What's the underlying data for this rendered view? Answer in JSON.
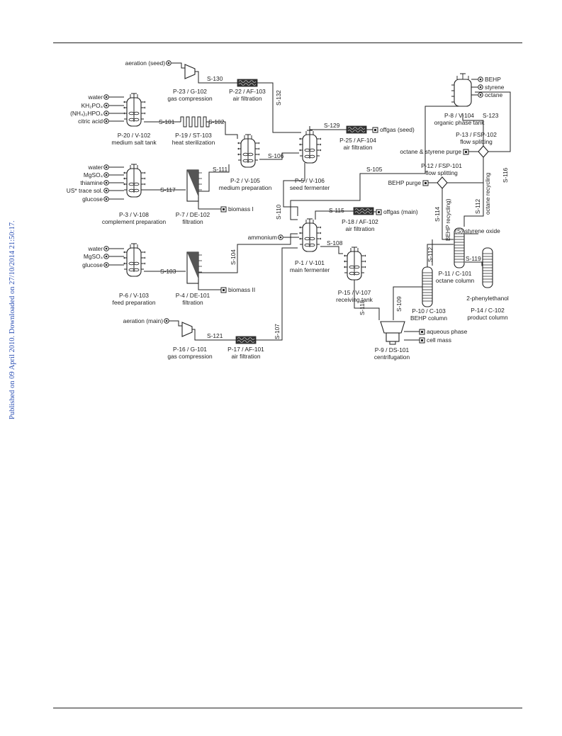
{
  "side_note": "Published on 09 April 2010. Downloaded on 27/10/2014 21:50:17.",
  "inputs": {
    "aeration_seed": "aeration (seed)",
    "water_1": "water",
    "kh2po4": "KH₂PO₄",
    "nh4hpo4": "(NH₄)₂HPO₄",
    "citric_acid": "citric acid",
    "water_2": "water",
    "mgso4_1": "MgSO₄",
    "thiamine": "thiamine",
    "trace_sol": "US* trace sol.",
    "glucose_1": "glucose",
    "water_3": "water",
    "mgso4_2": "MgSO₄",
    "glucose_2": "glucose",
    "ammonium": "ammonium",
    "aeration_main": "aeration (main)",
    "behp_in": "BEHP",
    "styrene_in": "styrene",
    "octane_in": "octane"
  },
  "outputs": {
    "offgas_seed": "offgas (seed)",
    "offgas_main": "offgas (main)",
    "biomass_1": "biomass I",
    "biomass_2": "biomass II",
    "octane_styrene_purge": "octane & styrene purge",
    "behp_purge": "BEHP purge",
    "aqueous_phase": "aqueous phase",
    "cell_mass": "cell mass",
    "styrene_oxide": "(S)-styrene oxide",
    "phenylethanol": "2-phenylethanol"
  },
  "units": {
    "p23": [
      "P-23 / G-102",
      "gas compression"
    ],
    "p22": [
      "P-22 / AF-103",
      "air filtration"
    ],
    "p20": [
      "P-20 / V-102",
      "medium salt tank"
    ],
    "p19": [
      "P-19 / ST-103",
      "heat sterilization"
    ],
    "p3": [
      "P-3 / V-108",
      "complement preparation"
    ],
    "p7": [
      "P-7 / DE-102",
      "filtration"
    ],
    "p2": [
      "P-2 / V-105",
      "medium preparation"
    ],
    "p5": [
      "P-5 / V-106",
      "seed fermenter"
    ],
    "p25": [
      "P-25 / AF-104",
      "air filtration"
    ],
    "p8": [
      "P-8 / V-104",
      "organic phase tank"
    ],
    "p13": [
      "P-13 / FSP-102",
      "flow splitting"
    ],
    "p12": [
      "P-12 / FSP-101",
      "flow splitting"
    ],
    "p18": [
      "P-18 / AF-102",
      "air filtration"
    ],
    "p1": [
      "P-1 / V-101",
      "main fermenter"
    ],
    "p6": [
      "P-6 / V-103",
      "feed preparation"
    ],
    "p4": [
      "P-4 / DE-101",
      "filtration"
    ],
    "p15": [
      "P-15 / V-107",
      "receiving tank"
    ],
    "p11": [
      "P-11 / C-101",
      "octane column"
    ],
    "p10": [
      "P-10 / C-103",
      "BEHP column"
    ],
    "p14": [
      "P-14 / C-102",
      "product column"
    ],
    "p16": [
      "P-16 / G-101",
      "gas compression"
    ],
    "p17": [
      "P-17 / AF-101",
      "air filtration"
    ],
    "p9": [
      "P-9 / DS-101",
      "centrifugation"
    ]
  },
  "streams": {
    "s130": "S-130",
    "s132": "S-132",
    "s101": "S-101",
    "s102": "S-102",
    "s129": "S-129",
    "s123": "S-123",
    "s106": "S-106",
    "s111": "S-111",
    "s117": "S-117",
    "s105": "S-105",
    "s116": "S-116",
    "s110": "S-110",
    "s115": "S-115",
    "s114": "S-114",
    "s112_a": "S-112",
    "s112_b": "S-112",
    "s108": "S-108",
    "s104": "S-104",
    "s103": "S-103",
    "s119": "S-119",
    "s118": "S-118",
    "s109": "S-109",
    "s121": "S-121",
    "s107": "S-107"
  },
  "recycle_labels": {
    "behp_recycling": "BEHP recycling)",
    "octane_recycling": "octane recycling"
  }
}
